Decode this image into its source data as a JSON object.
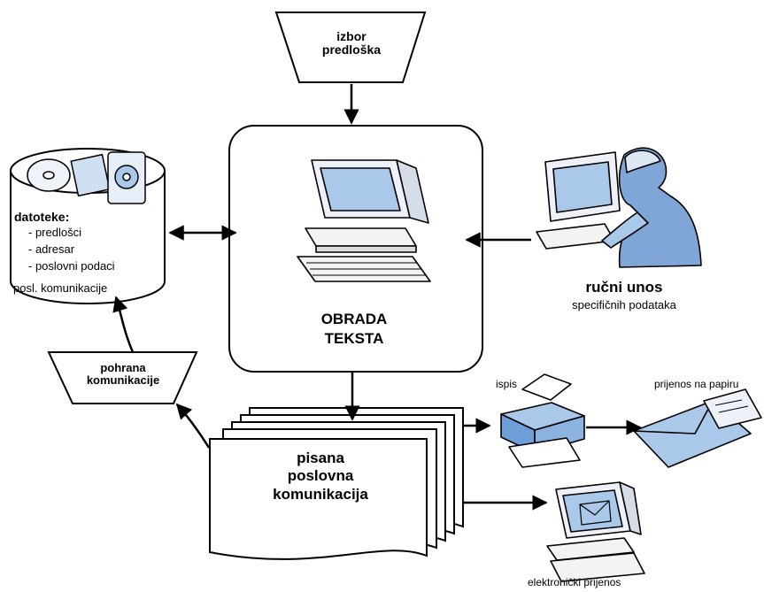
{
  "nodes": {
    "template_select": {
      "line1": "izbor",
      "line2": "predloška"
    },
    "processing": {
      "line1": "OBRADA",
      "line2": "TEKSTA"
    },
    "files": {
      "title": "datoteke:",
      "items": [
        "- predlošci",
        "- adresar",
        "- poslovni podaci",
        "posl. komunikacije"
      ]
    },
    "manual_input": {
      "title": "ručni unos",
      "subtitle": "specifičnih podataka"
    },
    "storage": {
      "line1": "pohrana",
      "line2": "komunikacije"
    },
    "output": {
      "line1": "pisana",
      "line2": "poslovna",
      "line3": "komunikacija"
    },
    "print": {
      "label": "ispis"
    },
    "paper_transfer": {
      "label": "prijenos na papiru"
    },
    "electronic_transfer": {
      "label": "elektronički prijenos"
    }
  },
  "colors": {
    "screen_blue": "#a9c8ea",
    "screen_blue_dark": "#7fa6d6",
    "outline": "#000000",
    "printer_blue": "#6f9fd8"
  },
  "icons": [
    "disk-drive-icon",
    "computer-icon",
    "person-at-computer-icon",
    "printer-icon",
    "envelope-icon",
    "email-computer-icon"
  ]
}
